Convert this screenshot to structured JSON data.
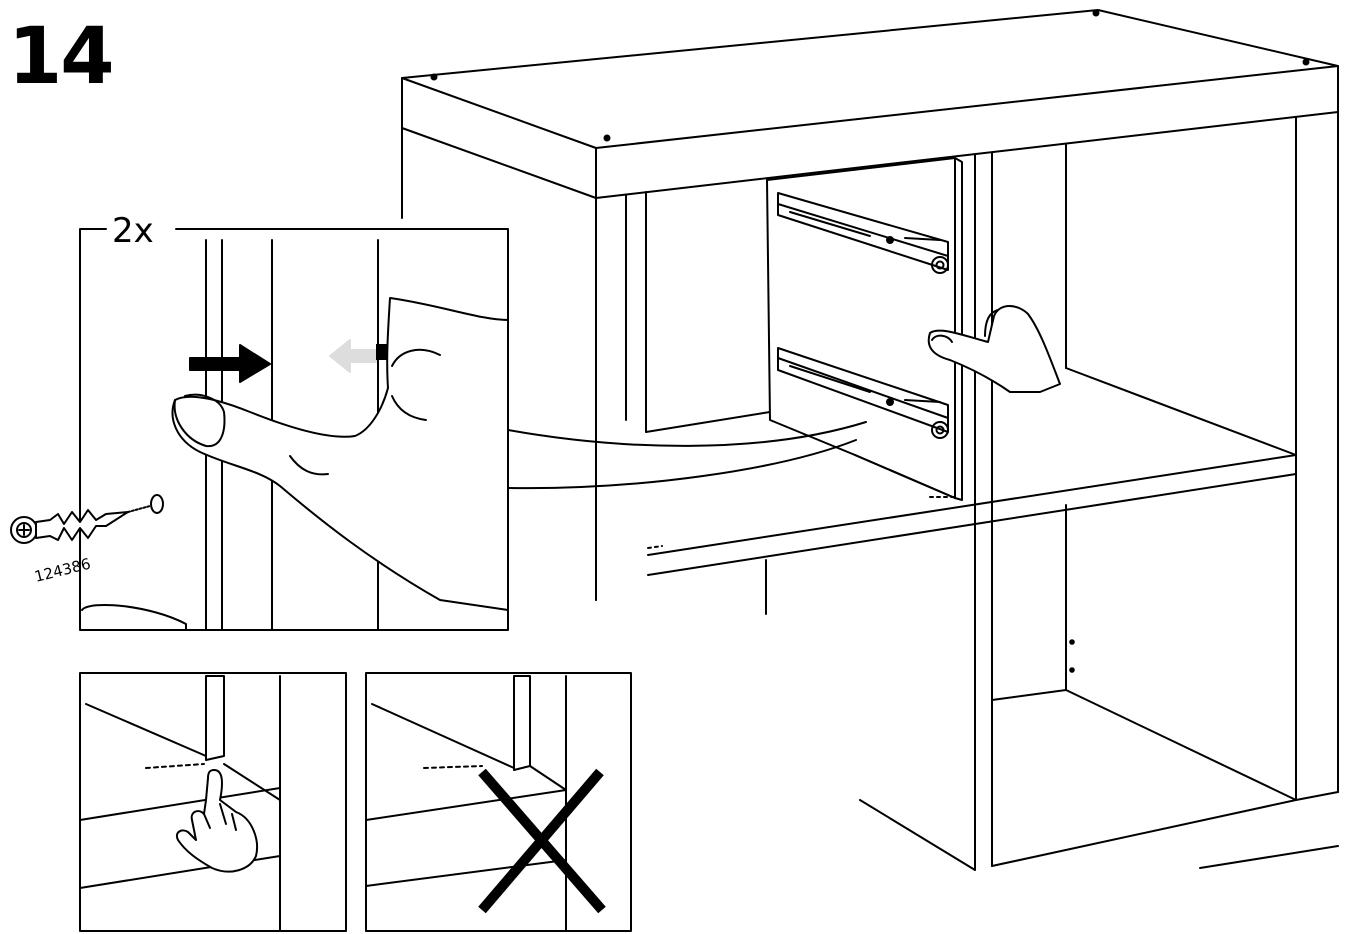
{
  "step": {
    "number": "14"
  },
  "detail": {
    "quantity_label": "2x",
    "part_number": "124386"
  },
  "colors": {
    "line": "#000000",
    "background": "#ffffff",
    "ghost_arrow": "#dddddd"
  },
  "icons": [
    "pointing-hand-icon",
    "wrong-cross-icon",
    "screw-icon",
    "push-arrow-icon"
  ]
}
